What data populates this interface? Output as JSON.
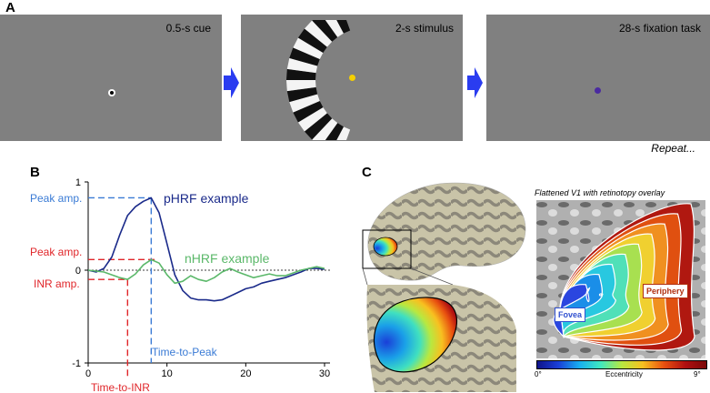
{
  "panel_a": {
    "letter": "A",
    "screens": [
      {
        "label": "0.5-s cue"
      },
      {
        "label": "2-s stimulus"
      },
      {
        "label": "28-s fixation task"
      }
    ],
    "repeat_label": "Repeat...",
    "colors": {
      "screen": "#808080",
      "arrow": "#2a3cf0",
      "stimulus_dot": "#f5d000",
      "fixation_dot": "#4a2aa0"
    }
  },
  "panel_b": {
    "letter": "B",
    "annotations": {
      "peak_amp_blue": "Peak amp.",
      "peak_amp_red": "Peak amp.",
      "inr_amp": "INR amp.",
      "time_to_peak": "Time-to-Peak",
      "time_to_inr": "Time-to-INR",
      "phrf_label": "pHRF example",
      "nhrf_label": "nHRF example"
    },
    "colors": {
      "phrf": "#1a2a8a",
      "nhrf": "#5bb86a",
      "blue_annot": "#3a7bd5",
      "red_annot": "#e0262a"
    }
  },
  "panel_c": {
    "letter": "C",
    "flatmap_title": "Flattened V1 with retinotopy overlay",
    "fovea_label": "Fovea",
    "periphery_label": "Periphery",
    "colorbar_label": "Eccentricity",
    "colorbar_min": "0°",
    "colorbar_max": "9°"
  },
  "chart_data": {
    "type": "line",
    "title": "",
    "xlabel": "",
    "ylabel": "",
    "xlim": [
      0,
      30
    ],
    "ylim": [
      -1,
      1
    ],
    "x_ticks": [
      "0",
      "10",
      "20",
      "30"
    ],
    "y_ticks": [
      "1",
      "0",
      "-1"
    ],
    "series": [
      {
        "name": "pHRF example",
        "x": [
          0,
          1,
          2,
          3,
          4,
          5,
          6,
          7,
          8,
          9,
          10,
          11,
          12,
          13,
          14,
          15,
          16,
          17,
          18,
          19,
          20,
          21,
          22,
          23,
          24,
          25,
          26,
          27,
          28,
          29,
          30
        ],
        "y": [
          0,
          -0.02,
          0.02,
          0.15,
          0.4,
          0.62,
          0.72,
          0.78,
          0.82,
          0.65,
          0.3,
          -0.05,
          -0.22,
          -0.3,
          -0.32,
          -0.32,
          -0.33,
          -0.32,
          -0.28,
          -0.24,
          -0.2,
          -0.18,
          -0.14,
          -0.12,
          -0.1,
          -0.08,
          -0.05,
          -0.02,
          0.02,
          0.02,
          0.01
        ]
      },
      {
        "name": "nHRF example",
        "x": [
          0,
          1,
          2,
          3,
          4,
          5,
          6,
          7,
          8,
          9,
          10,
          11,
          12,
          13,
          14,
          15,
          16,
          17,
          18,
          19,
          20,
          21,
          22,
          23,
          24,
          25,
          26,
          27,
          28,
          29,
          30
        ],
        "y": [
          0,
          -0.01,
          -0.02,
          -0.05,
          -0.08,
          -0.1,
          -0.04,
          0.06,
          0.12,
          0.08,
          -0.05,
          -0.14,
          -0.12,
          -0.06,
          -0.1,
          -0.12,
          -0.08,
          -0.02,
          0.02,
          -0.02,
          -0.05,
          -0.08,
          -0.06,
          -0.04,
          -0.06,
          -0.06,
          -0.03,
          0.0,
          0.02,
          0.04,
          0.02
        ]
      }
    ],
    "annotations": [
      {
        "label": "Peak amp.",
        "value": 0.82,
        "series": "pHRF example"
      },
      {
        "label": "Peak amp.",
        "value": 0.12,
        "series": "nHRF example"
      },
      {
        "label": "INR amp.",
        "value": -0.1,
        "series": "nHRF example"
      },
      {
        "label": "Time-to-Peak",
        "value": 8
      },
      {
        "label": "Time-to-INR",
        "value": 5
      }
    ]
  }
}
